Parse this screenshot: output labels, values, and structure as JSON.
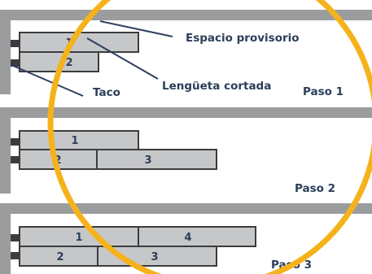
{
  "colors": {
    "accent_ring": "#f5b21a",
    "wall": "#9b9c9e",
    "board_fill": "#c6c7c9",
    "board_stroke": "#3a3c3e",
    "text": "#2b3e5a"
  },
  "callouts": {
    "espacio_provisorio": "Espacio provisorio",
    "lengueta_cortada": "Lengüeta cortada",
    "taco": "Taco"
  },
  "steps": [
    {
      "label": "Paso 1",
      "boards": [
        "1",
        "2"
      ]
    },
    {
      "label": "Paso 2",
      "boards": [
        "1",
        "2",
        "3"
      ]
    },
    {
      "label": "Paso 3",
      "boards": [
        "1",
        "4",
        "2",
        "3"
      ]
    }
  ]
}
